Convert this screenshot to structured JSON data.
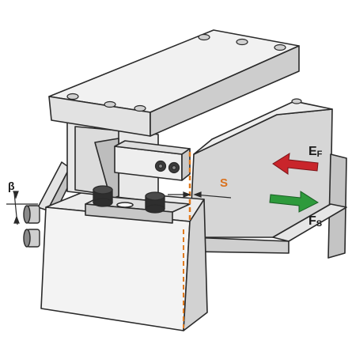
{
  "labels": {
    "beta": "β",
    "s": "S",
    "ef_main": "E",
    "ef_sub": "F",
    "fs_main": "F",
    "fs_sub": "S"
  },
  "colors": {
    "body_light": "#f2f2f2",
    "body_mid": "#d9d9d9",
    "body_dark": "#b8b8b8",
    "outline": "#2a2a2a",
    "dashed_s": "#e07a1e",
    "arrow_red": "#c9252b",
    "arrow_green": "#2e9a3c",
    "label_dark": "#1a1a1a",
    "label_orange": "#d9701c"
  }
}
